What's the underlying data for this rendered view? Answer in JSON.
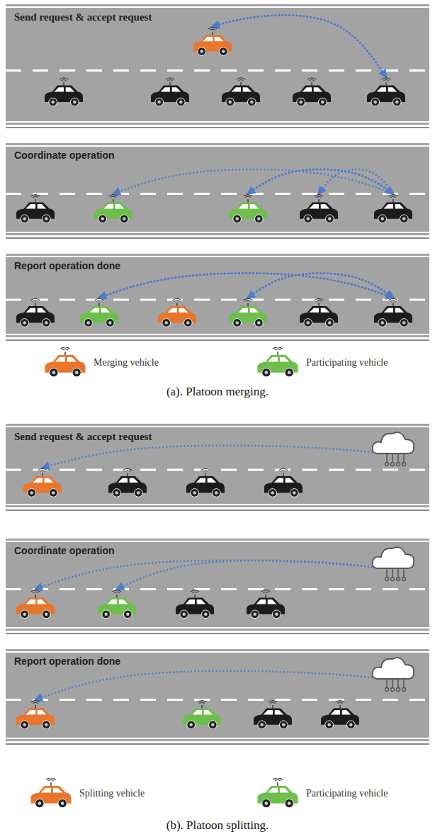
{
  "diagram": {
    "nodes": [
      {
        "text": [
          "Send request & accept request"
        ]
      },
      {
        "text": [
          "Coordinate operation"
        ]
      },
      {
        "text": [
          "Report operation done"
        ]
      },
      {
        "text": [
          "Send request & accept request"
        ]
      },
      {
        "text": [
          "Coordinate operation"
        ]
      },
      {
        "text": [
          "Report operation done"
        ]
      }
    ],
    "labels": [
      "(a). Platoon merging.",
      "(b). Platoon splitting."
    ],
    "legend": [
      {
        "text": "Merging vehicle"
      },
      {
        "text": "Participating vehicle"
      },
      {
        "text": "Splitting vehicle"
      },
      {
        "text": "Participating vehicle"
      }
    ]
  }
}
